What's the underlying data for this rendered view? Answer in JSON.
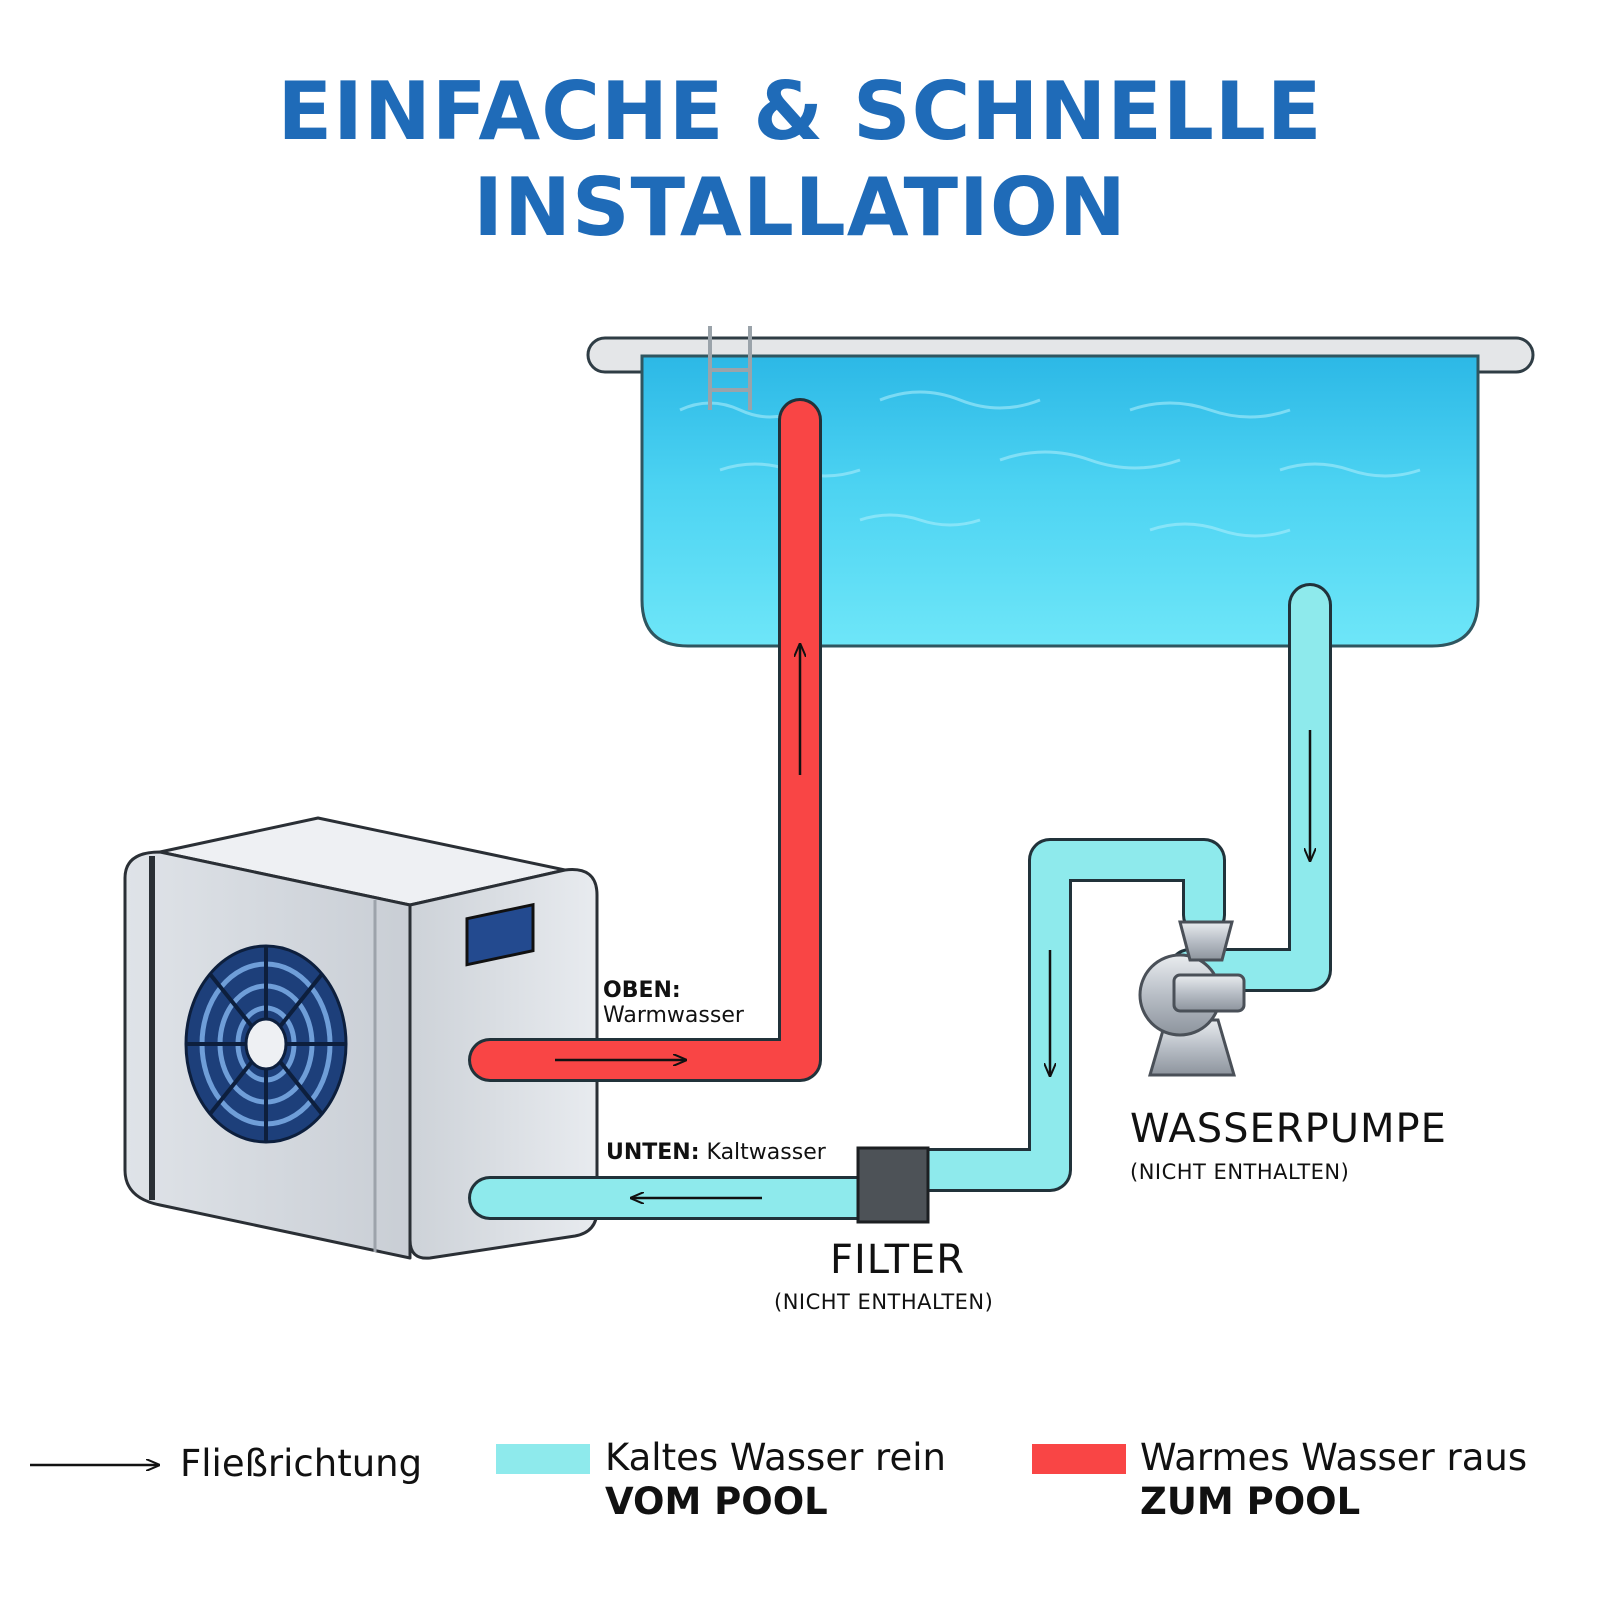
{
  "title": {
    "line1": "EINFACHE & SCHNELLE",
    "line2": "INSTALLATION"
  },
  "labels": {
    "top_bold": "OBEN:",
    "top_text": "Warmwasser",
    "bottom_bold": "UNTEN:",
    "bottom_text": "Kaltwasser",
    "pump": "WASSERPUMPE",
    "pump_note": "(NICHT ENTHALTEN)",
    "filter": "FILTER",
    "filter_note": "(NICHT ENTHALTEN)"
  },
  "legend": {
    "flow": "Fließrichtung",
    "cold_line1": "Kaltes Wasser rein",
    "cold_line2": "VOM POOL",
    "warm_line1": "Warmes Wasser raus",
    "warm_line2": "ZUM POOL"
  },
  "colors": {
    "title": "#1f6bb8",
    "warm_pipe": "#f94545",
    "cold_pipe": "#8eeaec",
    "pool_water": "#4cd3f2",
    "fan": "#234a8f"
  }
}
